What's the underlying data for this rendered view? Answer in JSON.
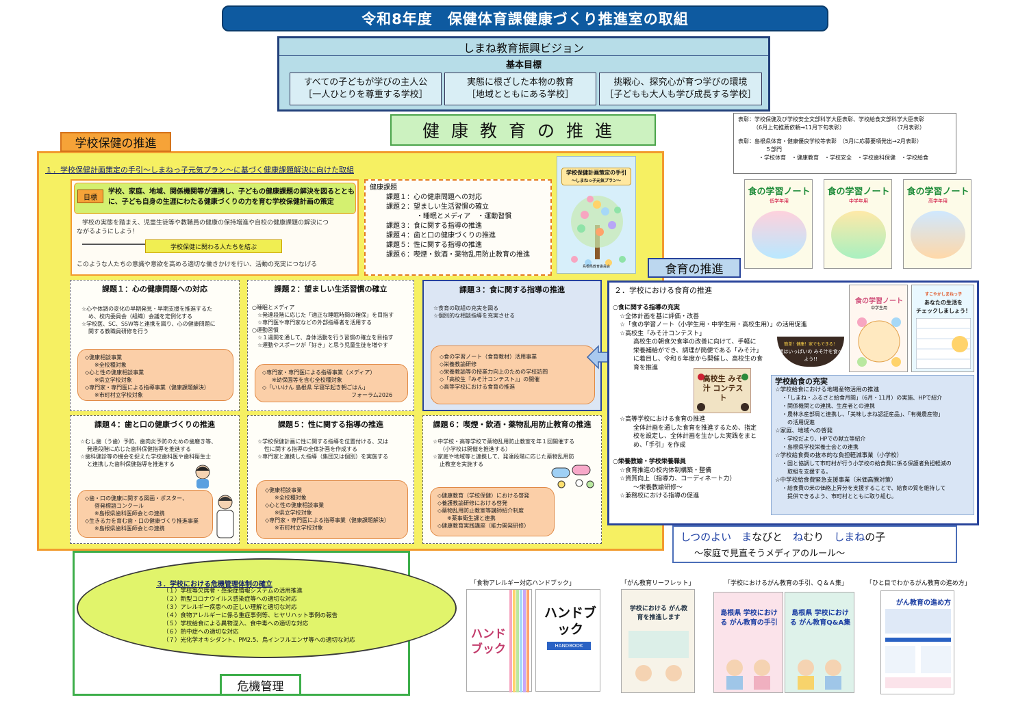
{
  "header": {
    "title": "令和8年度　保健体育課健康づくり推進室の取組"
  },
  "vision": {
    "title": "しまね教育振興ビジョン",
    "subtitle": "基本目標",
    "goals": [
      {
        "line1": "すべての子どもが学びの主人公",
        "line2": "［一人ひとりを尊重する学校］"
      },
      {
        "line1": "実態に根ざした本物の教育",
        "line2": "［地域とともにある学校］"
      },
      {
        "line1": "挑戦心、探究心が育つ学びの環境",
        "line2": "［子どもも大人も学び成長する学校］"
      }
    ]
  },
  "kenko": {
    "title": "健康教育の推進"
  },
  "award": {
    "lines": [
      "表彰：学校保健及び学校安全文部科学大臣表彰、学校給食文部科学大臣表彰",
      "（6月上旬推薦依頼→11月下旬表彰）　　　　　　　　　　（7月表彰）",
      "表彰：島根県体育・健康優良学校等表彰　（5月に応募要項発出→2月表彰）",
      "５部門",
      "・学校体育　・健康教育　・学校安全　・学校歯科保健　・学校給食"
    ]
  },
  "gakko": {
    "label": "学校保健の推進",
    "plan_heading": "１．学校保健計画策定の手引～しまねっ子元気プラン～に基づく健康課題解決に向けた取組",
    "goal_badge": "目標",
    "goal_text_1": "学校、家庭、地域、関係機関等が連携し、子どもの健康課題の解決を図るととも",
    "goal_text_2": "に、子ども自身の生涯にわたる健康づくりの力を育む学校保健計画の策定",
    "goal_desc_1": "学校の実態を踏まえ、児童生徒等や教職員の健康の保持増進や自校の健康課題の解決につ",
    "goal_desc_2": "ながるようにしよう！",
    "connect": "学校保健に関わる人たちを結ぶ",
    "goal_foot": "このような人たちの意識や意欲を高める適切な働きかけを行い、活動の充実につなげる",
    "issues": {
      "title": "健康課題",
      "items": [
        "課題１：心の健康問題への対応",
        "課題２：望ましい生活習慣の確立",
        "・睡眠とメディア　・運動習慣",
        "課題３：食に関する指導の推進",
        "課題４：歯と口の健康づくりの推進",
        "課題５：性に関する指導の推進",
        "課題６：喫煙・飲酒・薬物乱用防止教育の推進"
      ]
    },
    "guidebook": {
      "title1": "学校保健計画策定の手引",
      "title2": "～しまねっ子元気プラン～",
      "issuer": "島根県教育委員会"
    }
  },
  "kadai": {
    "k1": {
      "title": "課題１：心の健康問題への対応",
      "body": [
        "☆心や体調の変化の早期発見・早期支援を推進するた",
        "め、校内委員会（組織）会議を定例化する",
        "☆学校医、SC、SSW等と連携を図り、心の健康問題に",
        "関する教職員研修を行う"
      ],
      "box": [
        "◇健康相談事業",
        "※全校種対象",
        "◇心と性の健康相談事業",
        "※県立学校対象",
        "◇専門家・専門医による指導事業（健康課題解決）",
        "※市町村立学校対象"
      ]
    },
    "k2": {
      "title": "課題２：望ましい生活習慣の確立",
      "body": [
        "○睡眠とメディア",
        "☆発達段階に応じた「適正な睡眠時間の確保」を目指す",
        "☆専門医や専門家などの外部指導者を活用する",
        "○運動習慣",
        "☆１週間を通して、身体活動を行う習慣の確立を目指す",
        "☆運動やスポーツが「好き」と思う児童生徒を増やす"
      ],
      "box": [
        "◇専門家・専門医による指導事業（メディア）",
        "※幼保園等を含む全校種対象",
        "◇「いいけん 島根県 早寝早起き朝ごはん」",
        "フォーラム2026"
      ]
    },
    "k3": {
      "title": "課題３：食に関する指導の推進",
      "body": [
        "☆食育の取組の充実を図る",
        "☆個別的な相談指導を充実させる"
      ],
      "box": [
        "◇食の学習ノート（食育教材）活用事業",
        "◇栄養教諭研修",
        "◇栄養教諭等の授業力向上のための学校訪問",
        "◇「高校生『みそ汁コンテスト』」の開催",
        "◇高等学校における食育の推進"
      ]
    },
    "k4": {
      "title": "課題４：歯と口の健康づくりの推進",
      "body": [
        "☆むし歯（う歯）予防、歯肉炎予防のための歯磨き等、",
        "発達段階に応じた歯科保健指導を推進する",
        "☆歯科健診等の機会を捉えた学校歯科医や歯科衛生士",
        "と連携した歯科保健指導を推進する"
      ],
      "box": [
        "◇歯・口の健康に関する図画・ポスター、",
        "啓発標語コンクール",
        "※島根県歯科医師会との連携",
        "◇生きる力を育む歯・口の健康づくり推進事業",
        "※島根県歯科医師会との連携"
      ]
    },
    "k5": {
      "title": "課題５：性に関する指導の推進",
      "body": [
        "☆学校保健計画に性に関する指導を位置付ける、又は",
        "性に関する指導の全体計画を作成する",
        "☆専門家と連携した指導（集団又は個別）を実施する"
      ],
      "box": [
        "◇健康相談事業",
        "※全校種対象",
        "◇心と性の健康相談事業",
        "※県立学校対象",
        "◇専門家・専門医による指導事業（健康課題解決）",
        "※市町村立学校対象"
      ]
    },
    "k6": {
      "title": "課題６：喫煙・飲酒・薬物乱用防止教育の推進",
      "body": [
        "☆中学校・高等学校で薬物乱用防止教室を年１回開催する",
        "（小学校は開催を推進する）",
        "☆家庭や地域等と連携して、発達段階に応じた薬物乱用防",
        "止教室を実施する"
      ],
      "box": [
        "◇健康教育（学校保健）における啓発",
        "◇養護教諭研修における啓発",
        "◇薬物乱用防止教室等講師紹介制度",
        "※薬事衛生課と連携",
        "◇健康教育実践講座（能力開発研修）"
      ]
    }
  },
  "shokuiku": {
    "label": "食育の推進",
    "heading": "２．学校における食育の推進",
    "lines": [
      "○食に関する指導の充実",
      "☆全体計画を基に評価・改善",
      "☆「食の学習ノート（小学生用・中学生用・高校生用）」の活用促進",
      "☆高校生「みそ汁コンテスト」",
      "高校生の朝食欠食率の改善に向けて、手軽に",
      "栄養補給ができ、調理が簡便である「みそ汁」",
      "に着目し、令和６年度から開催し、高校生の食",
      "育を推進"
    ],
    "lines2": [
      "☆高等学校における食育の推進",
      "全体計画を通した食育を推進するため、指定",
      "校を設定し、全体計画を生かした実践をまと",
      "め、「手引」を作成"
    ],
    "lines3": [
      "○栄養教諭・学校栄養職員",
      "☆食育推進の校内体制構築・整備",
      "☆資質向上（指導力、コーディネート力）",
      "～栄養教諭研修～",
      "☆兼務校における指導の促進"
    ],
    "miso_poster": {
      "title": "高校生 みそ汁 コンテスト"
    },
    "breakfast": {
      "line1": "簡単！健康！家でもできる！",
      "line2": "朝はいっぱいの みそ汁を食べよう!!"
    },
    "note_covers": [
      {
        "title": "食の学習ノート",
        "grade": "低学年用"
      },
      {
        "title": "食の学習ノート",
        "grade": "中学年用"
      },
      {
        "title": "食の学習ノート",
        "grade": "高学年用"
      }
    ],
    "note2": {
      "title": "食の学習ノート",
      "grade": "中学生用"
    },
    "checklist": {
      "line1": "すこやかしまねっ子",
      "line2": "あなたの生活を",
      "line3": "チェックしましょう！"
    }
  },
  "kyushoku": {
    "title": "学校給食の充実",
    "lines": [
      "☆学校給食における地場産物活用の推進",
      "・「しまね・ふるさと給食月間」（6月・11月）の実施、HPで紹介",
      "・関係機関との連携、生産者との連携",
      "・農林水産部局と連携し、「美味しまね認証産品」、「有機農産物」",
      "の活用促進",
      "☆家庭、地域への啓発",
      "・学校だより、HPでの献立等紹介",
      "・島根県学校栄養士会との連携",
      "☆学校給食費の抜本的な負担軽減事業（小学校）",
      "・国と協調して市町村が行う小学校の給食費に係る保護者負担軽減の",
      "取組を支援する。",
      "☆中学校給食費緊急支援事業（米価高騰対策）",
      "・給食費の米の価格上昇分を支援することで、給食の質を維持して",
      "提供できるよう、市町村とともに取り組む。"
    ]
  },
  "motto": {
    "p1a": "しつのよい",
    "p1b": "ま",
    "p2a": "なびと",
    "p2b": "ね",
    "p3a": "むり",
    "p3b": "しまね",
    "p4": "の子",
    "sub": "～家庭で見直そうメディアのルール～"
  },
  "kiki": {
    "heading": "３．学校における危機管理体制の確立",
    "items": [
      "（１）学校等欠席者・感染症情報システムの活用推進",
      "（２）新型コロナウイルス感染症等への適切な対応",
      "（３）アレルギー疾患への正しい理解と適切な対応",
      "（４）食物アレルギーに係る重症事例等、ヒヤリハット事例の報告",
      "（５）学校給食による異物混入、食中毒への適切な対応",
      "（６）熱中症への適切な対応",
      "（７）光化学オキシダント、PM2.5、鳥インフルエンザ等への適切な対応"
    ],
    "label": "危機管理"
  },
  "pamphlets": {
    "p1": {
      "label": "「食物アレルギー対応ハンドブック」",
      "title": "ハンドブック",
      "en": "HANDBOOK"
    },
    "p2": {
      "label": "「がん教育リーフレット」",
      "title": "学校における がん教育を推進します"
    },
    "p3": {
      "label": "「学校におけるがん教育の手引、Ｑ＆Ａ集」",
      "book1": "島根県 学校における がん教育の手引",
      "book2": "島根県 学校における がん教育Q&A集"
    },
    "p4": {
      "label": "「ひと目でわかるがん教育の進め方」",
      "title": "がん教育の進め方"
    }
  },
  "colors": {
    "title_bar": "#0e5aa0",
    "yellow_area": "#f6f062",
    "orange_border": "#f29a2e",
    "shoku_border": "#28439a",
    "kiki_green": "#3dae4a"
  }
}
